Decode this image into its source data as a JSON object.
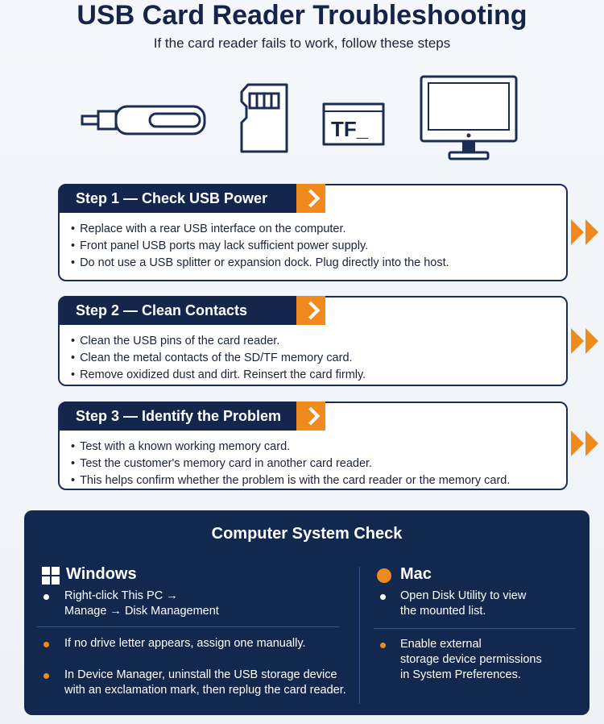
{
  "header": {
    "title": "USB Card Reader Troubleshooting",
    "subtitle": "If the card reader fails to work, follow these steps"
  },
  "icons": [
    {
      "name": "usb-card-reader-icon"
    },
    {
      "name": "sd-card-icon"
    },
    {
      "name": "tf-card-icon",
      "label": "TF_"
    },
    {
      "name": "monitor-icon"
    }
  ],
  "steps": [
    {
      "title": "Step 1 — Check USB Power",
      "items": [
        "Replace with a rear USB interface on the computer.",
        "Front panel USB ports may lack sufficient power supply.",
        "Do not use a USB splitter or expansion dock. Plug directly into the host."
      ]
    },
    {
      "title": "Step 2 — Clean Contacts",
      "items": [
        "Clean the USB pins of the card reader.",
        "Clean the metal contacts of the SD/TF memory card.",
        "Remove oxidized dust and dirt. Reinsert the card firmly."
      ]
    },
    {
      "title": "Step 3 — Identify the Problem",
      "items": [
        "Test with a known working memory card.",
        "Test the customer's memory card in another card reader.",
        "This helps confirm whether the problem is with the card reader or the memory card."
      ]
    }
  ],
  "system_check": {
    "title": "Computer System Check",
    "windows": {
      "title": "Windows",
      "items": [
        {
          "line1": "Right-click This PC →",
          "line2": "Manage → Disk Management"
        },
        {
          "line1": "If no drive letter appears, assign one manually.",
          "line2": ""
        },
        {
          "line1": "In Device Manager, uninstall the USB storage device",
          "line2": "with an exclamation mark, then replug the card reader."
        }
      ]
    },
    "mac": {
      "title": "Mac",
      "items": [
        {
          "line1": "Open Disk Utility to view",
          "line2": "the mounted list.",
          "line3": ""
        },
        {
          "line1": "Enable external",
          "line2": "storage device permissions",
          "line3": "in System Preferences."
        }
      ]
    }
  },
  "colors": {
    "navy": "#15264d",
    "accent_orange": "#f08a1c"
  }
}
